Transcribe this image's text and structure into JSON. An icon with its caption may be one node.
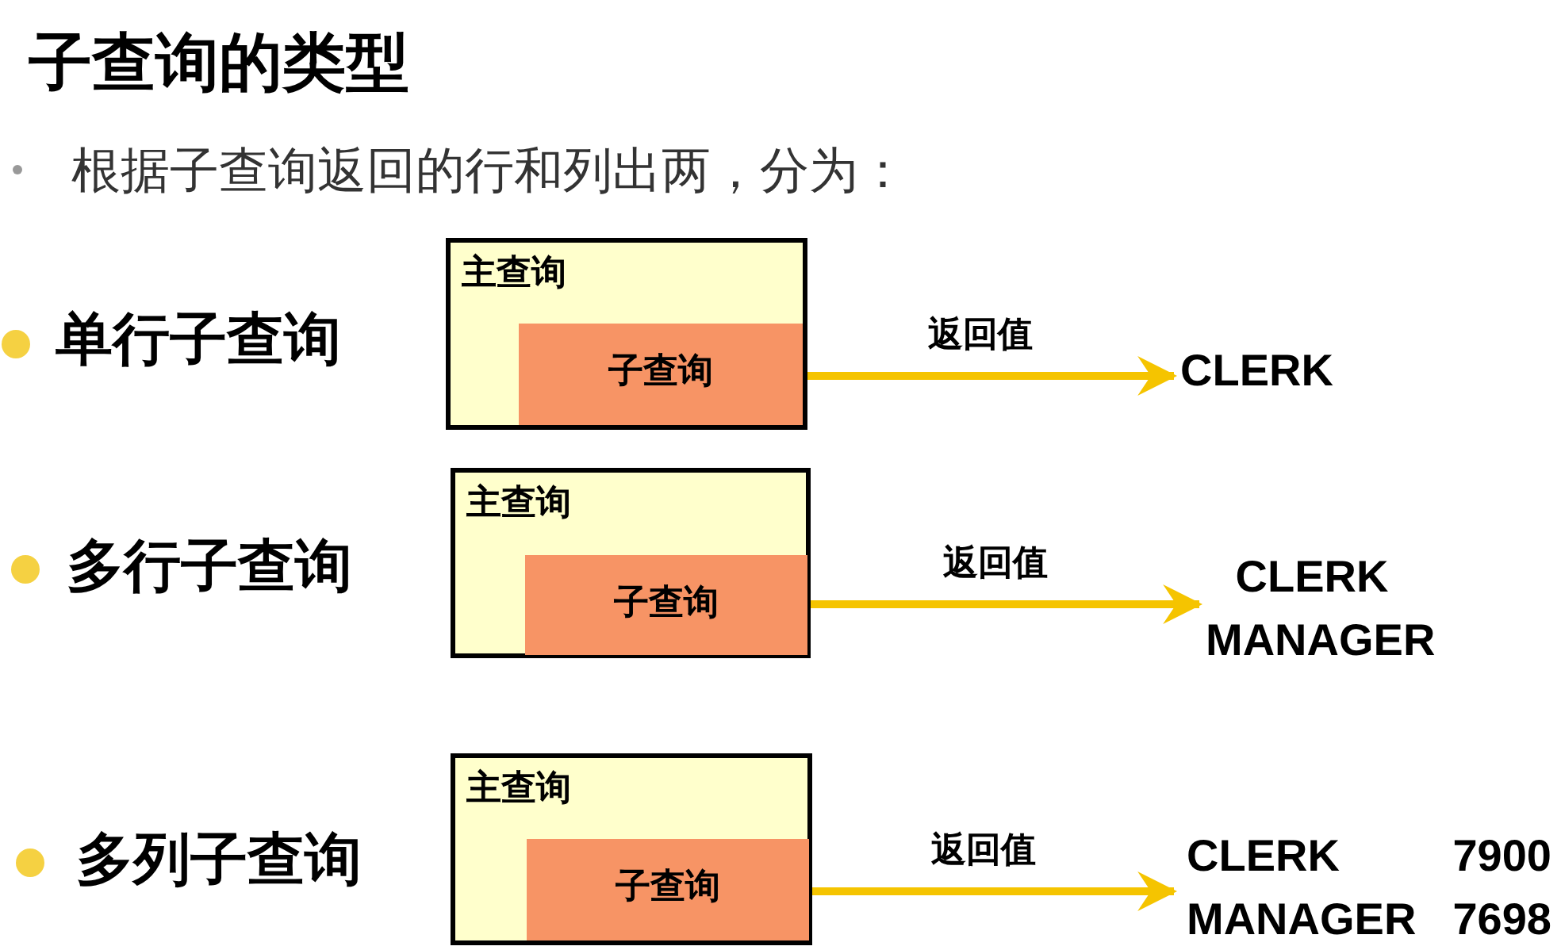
{
  "diagram": {
    "title": "子查询的类型",
    "nodes": [
      {
        "text": [
          "主查询"
        ]
      },
      {
        "text": [
          "子查询"
        ],
        "in": 0
      },
      {
        "text": [
          "CLERK"
        ]
      },
      {
        "text": [
          "主查询"
        ]
      },
      {
        "text": [
          "子查询"
        ],
        "in": 3
      },
      {
        "text": [
          "CLERK",
          "MANAGER"
        ]
      },
      {
        "text": [
          "主查询"
        ]
      },
      {
        "text": [
          "子查询"
        ],
        "in": 6
      },
      {
        "text": [
          "CLERK",
          "7900",
          "MANAGER",
          "7698"
        ]
      }
    ],
    "edges": [
      {
        "from": 1,
        "to": 2,
        "arrow": "to",
        "label": "返回值"
      },
      {
        "from": 4,
        "to": 5,
        "arrow": "to",
        "label": "返回值"
      },
      {
        "from": 7,
        "to": 8,
        "arrow": "to",
        "label": "返回值"
      }
    ],
    "labels": [
      "根据子查询返回的行和列出两，分为：",
      "单行子查询",
      "多行子查询",
      "多列子查询"
    ]
  }
}
